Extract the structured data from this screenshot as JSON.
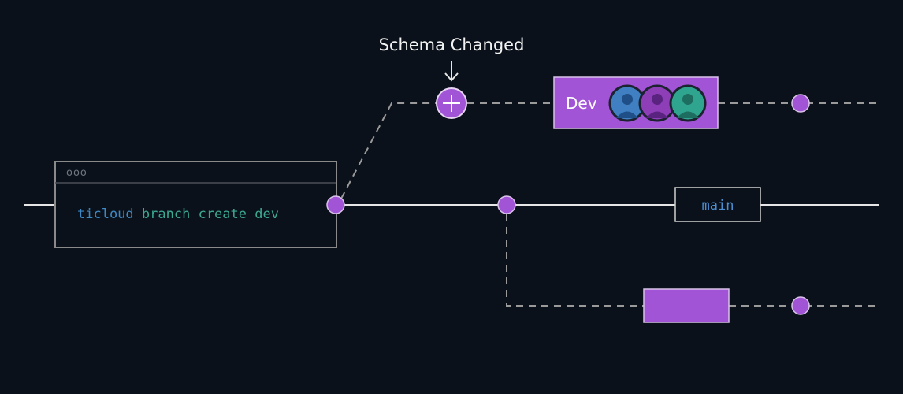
{
  "annotation": {
    "label": "Schema Changed"
  },
  "terminal": {
    "window_dots": "ooo",
    "command_word_1": "ticloud",
    "command_word_2": "branch",
    "command_word_3": "create",
    "command_word_4": "dev"
  },
  "branches": {
    "dev_label": "Dev",
    "main_label": "main",
    "feature_label": ""
  },
  "colors": {
    "background": "#0b111a",
    "accent_purple": "#a155d6",
    "line_white": "#e6e6e6",
    "dashed_gray": "#9a9a9a",
    "terminal_border": "#8a8a8a",
    "cmd_blue": "#3e88c4",
    "cmd_green": "#3ba98f",
    "main_blue": "#4b8fd1"
  },
  "avatars": [
    {
      "name": "developer-blue",
      "color": "#3f7fc2"
    },
    {
      "name": "developer-purple",
      "color": "#8e3fb8"
    },
    {
      "name": "developer-teal",
      "color": "#2fa48f"
    }
  ]
}
